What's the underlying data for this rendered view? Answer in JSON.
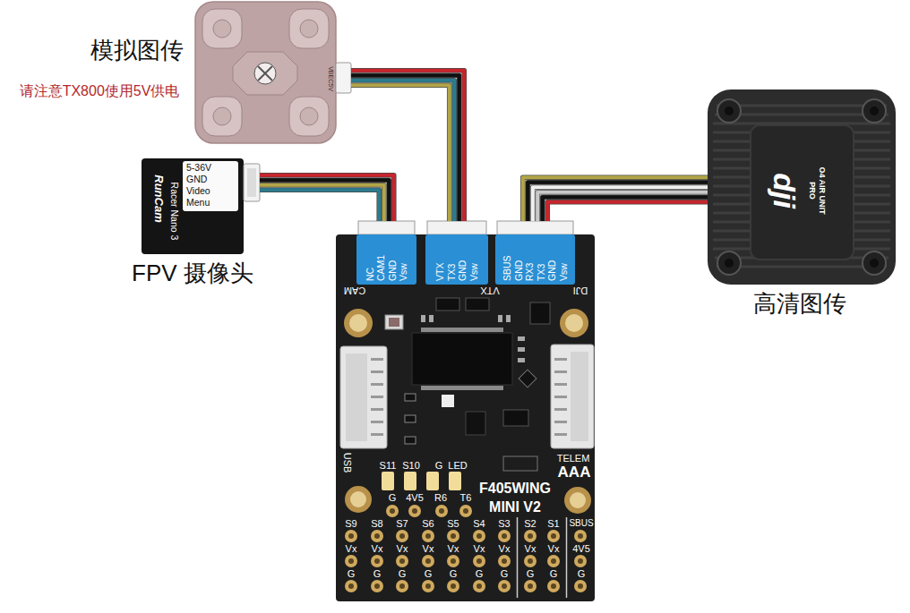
{
  "diagram": {
    "nodes": [
      {
        "text": [
          "模拟图传"
        ]
      },
      {
        "text": [
          "FPV 摄像头",
          "RunCam",
          "Racer Nano 3"
        ]
      },
      {
        "text": [
          "5-36V",
          "GND",
          "Video",
          "Menu"
        ],
        "in": 1
      },
      {
        "text": [
          "F405WING MINI V2"
        ]
      },
      {
        "text": [
          "NC",
          "CAM1",
          "GND",
          "Vsw"
        ],
        "in": 3
      },
      {
        "text": [
          "VTX",
          "TX3",
          "GND",
          "Vsw"
        ],
        "in": 3
      },
      {
        "text": [
          "SBUS",
          "GND",
          "RX3",
          "TX3",
          "GND",
          "Vsw"
        ],
        "in": 3
      },
      {
        "text": [
          "高清图传",
          "dji",
          "O4 AIR UNIT PRO"
        ]
      }
    ],
    "edges": [
      {
        "from": 1,
        "to": 4,
        "arrow": "none"
      },
      {
        "from": 0,
        "to": 5,
        "arrow": "none"
      },
      {
        "from": 7,
        "to": 6,
        "arrow": "none"
      }
    ],
    "labels": [
      "请注意TX800使用5V供电",
      "VBEC5V",
      "CAM",
      "VTX",
      "DJI",
      "USB",
      "TELEM",
      "AAA",
      "S11",
      "S10",
      "G",
      "LED",
      "G",
      "4V5",
      "R6",
      "T6",
      "S9",
      "S8",
      "S7",
      "S6",
      "S5",
      "S4",
      "S3",
      "S2",
      "S1",
      "SBUS",
      "Vx",
      "Vx",
      "Vx",
      "Vx",
      "Vx",
      "Vx",
      "Vx",
      "Vx",
      "Vx",
      "4V5",
      "G",
      "G",
      "G",
      "G",
      "G",
      "G",
      "G",
      "G",
      "G",
      "G"
    ]
  }
}
